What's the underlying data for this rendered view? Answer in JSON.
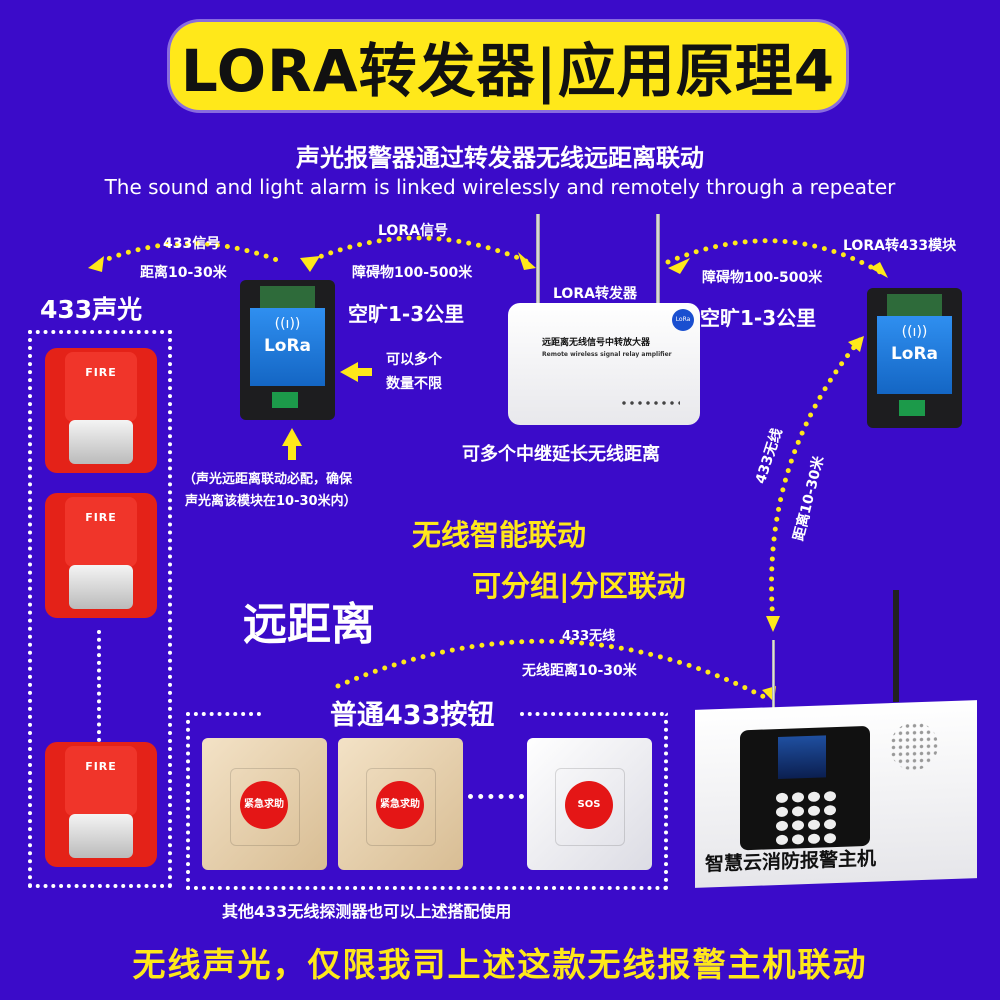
{
  "title": "LORA转发器|应用原理4",
  "subtitle_cn": "声光报警器通过转发器无线远距离联动",
  "subtitle_en": "The sound and light alarm is linked wirelessly and remotely through a repeater",
  "left_link": {
    "top": "433信号",
    "bottom": "距离10-30米"
  },
  "mid_link": {
    "top": "LORA信号",
    "bottom": "障碍物100-500米",
    "open": "空旷1-3公里"
  },
  "right_link": {
    "top": "LORA转433模块",
    "bottom": "障碍物100-500米",
    "open": "空旷1-3公里"
  },
  "alarm_group": {
    "label": "433声光",
    "fire": "FIRE"
  },
  "module": {
    "brand": "LoRa",
    "note1": "可以多个",
    "note2": "数量不限",
    "req1": "（声光远距离联动必配，确保",
    "req2": "声光离该模块在10-30米内）"
  },
  "repeater": {
    "label": "LORA转发器",
    "name_cn": "远距离无线信号中转放大器",
    "name_en": "Remote wireless signal relay amplifier",
    "caption": "可多个中继延长无线距离"
  },
  "slogans": {
    "a": "无线智能联动",
    "b": "可分组|分区联动",
    "c": "远距离"
  },
  "vertical_link": {
    "a": "433无线",
    "b": "距离10-30米"
  },
  "button_link": {
    "top": "433无线",
    "bottom": "无线距离10-30米"
  },
  "buttons": {
    "label": "普通433按钮",
    "emergency": "紧急求助",
    "sos": "SOS",
    "footnote": "其他433无线探测器也可以上述搭配使用"
  },
  "host": {
    "name": "智慧云消防报警主机"
  },
  "bottom_banner": "无线声光，仅限我司上述这款无线报警主机联动",
  "colors": {
    "background": "#3b0bc9",
    "accent": "#ffe81a"
  }
}
